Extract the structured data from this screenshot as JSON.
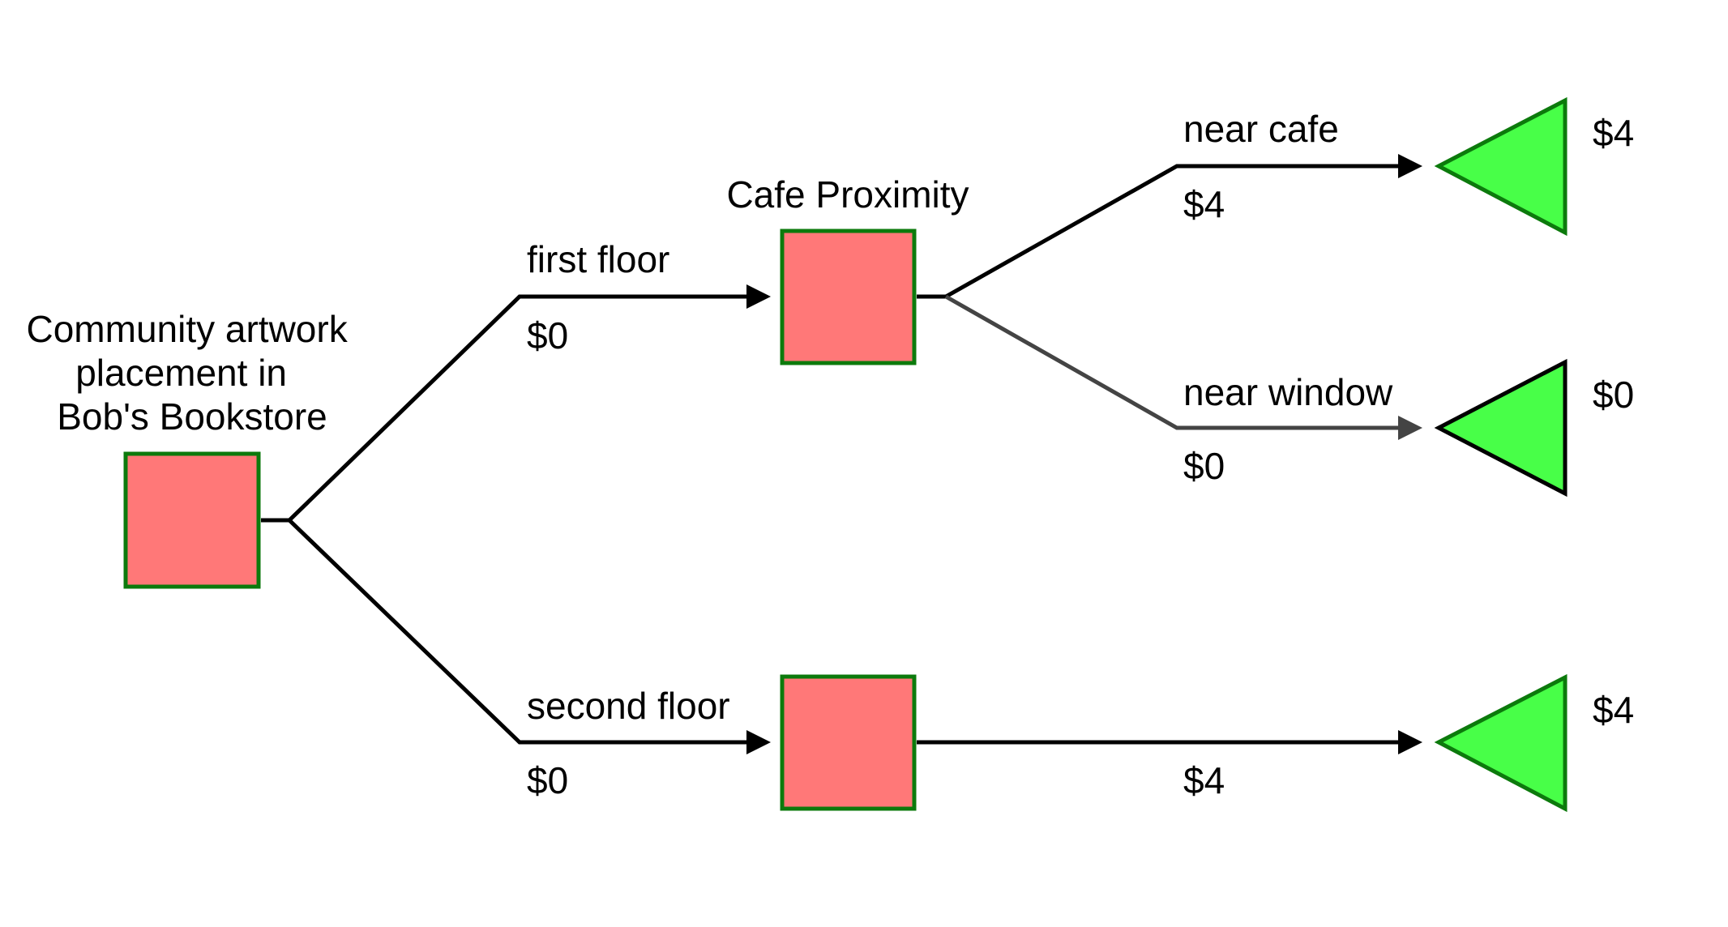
{
  "diagram": {
    "root": {
      "title_lines": [
        "Community artwork",
        "placement in",
        "Bob's Bookstore"
      ]
    },
    "branches": {
      "first_floor": {
        "label": "first floor",
        "value": "$0"
      },
      "second_floor": {
        "label": "second floor",
        "value": "$0"
      }
    },
    "cafe_node": {
      "title": "Cafe Proximity",
      "branches": {
        "near_cafe": {
          "label": "near cafe",
          "value": "$4"
        },
        "near_window": {
          "label": "near window",
          "value": "$0"
        }
      }
    },
    "second_floor_outcome": {
      "value": "$4"
    },
    "terminals": {
      "near_cafe": "$4",
      "near_window": "$0",
      "second_floor": "$4"
    },
    "colors": {
      "decision_fill": "#ff7878",
      "node_border": "#0c7a0c",
      "terminal_fill": "#48ff48",
      "edge_dark": "#000000",
      "edge_gray": "#444444"
    }
  }
}
